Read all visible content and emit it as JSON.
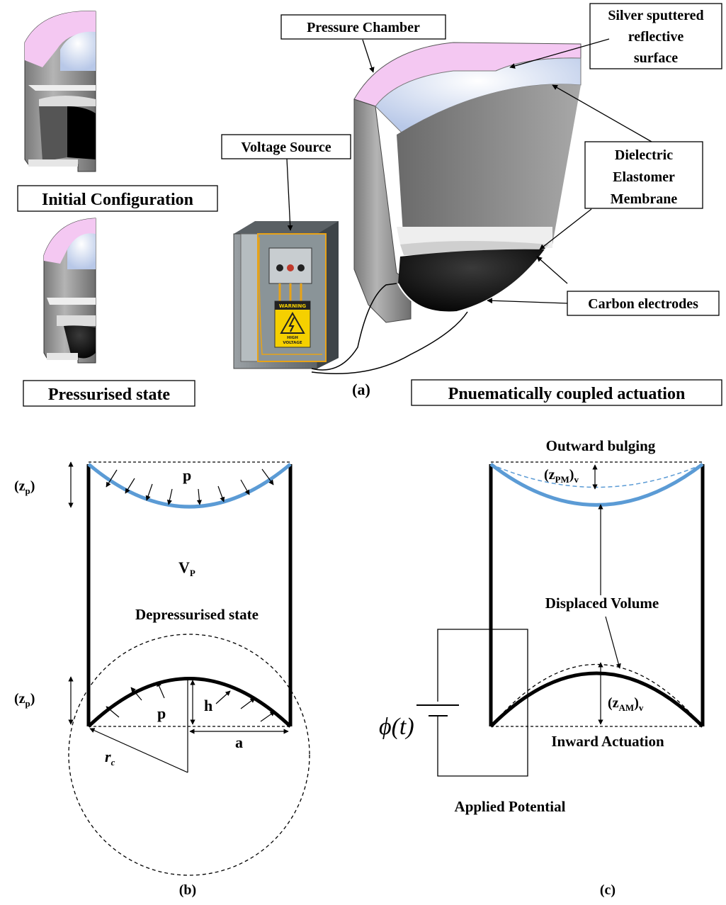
{
  "panel_a": {
    "labels": {
      "initial": "Initial Configuration",
      "pressurised": "Pressurised state",
      "pressure_chamber": "Pressure Chamber",
      "silver_1": "Silver sputtered",
      "silver_2": "reflective",
      "silver_3": "surface",
      "voltage_source": "Voltage Source",
      "dielectric_1": "Dielectric",
      "dielectric_2": "Elastomer",
      "dielectric_3": "Membrane",
      "carbon": "Carbon electrodes",
      "pneumatic": "Pnuematically coupled actuation",
      "caption": "(a)"
    },
    "panel_text": {
      "warning": "WARNING",
      "high": "HIGH",
      "voltage": "VOLTAGE"
    }
  },
  "panel_b": {
    "zp_top": "(z",
    "zp_top_sub": "p",
    "zp_close": ")",
    "p_top": "p",
    "vp": "V",
    "vp_sub": "P",
    "depressurised": "Depressurised state",
    "zp_bottom": "(z",
    "zp_bottom_sub": "p",
    "zp_bottom_close": ")",
    "p_bottom": "p",
    "h": "h",
    "a": "a",
    "rc": "r",
    "rc_sub": "c",
    "caption": "(b)"
  },
  "panel_c": {
    "outward": "Outward bulging",
    "zpm": "(z",
    "zpm_sub": "PM",
    "zpm_close": ")",
    "zpm_v": "v",
    "displaced": "Displaced Volume",
    "phi": "ϕ(t)",
    "zam": "(z",
    "zam_sub": "AM",
    "zam_close": ")",
    "zam_v": "v",
    "inward": "Inward Actuation",
    "applied": "Applied Potential",
    "caption": "(c)"
  },
  "colors": {
    "membrane_blue": "#5b9bd5",
    "rim_pink": "#f4c8f2",
    "wall_grey": "#8f8f8f",
    "electrode_black": "#0a0a0a",
    "wire_orange": "#e8a317"
  }
}
